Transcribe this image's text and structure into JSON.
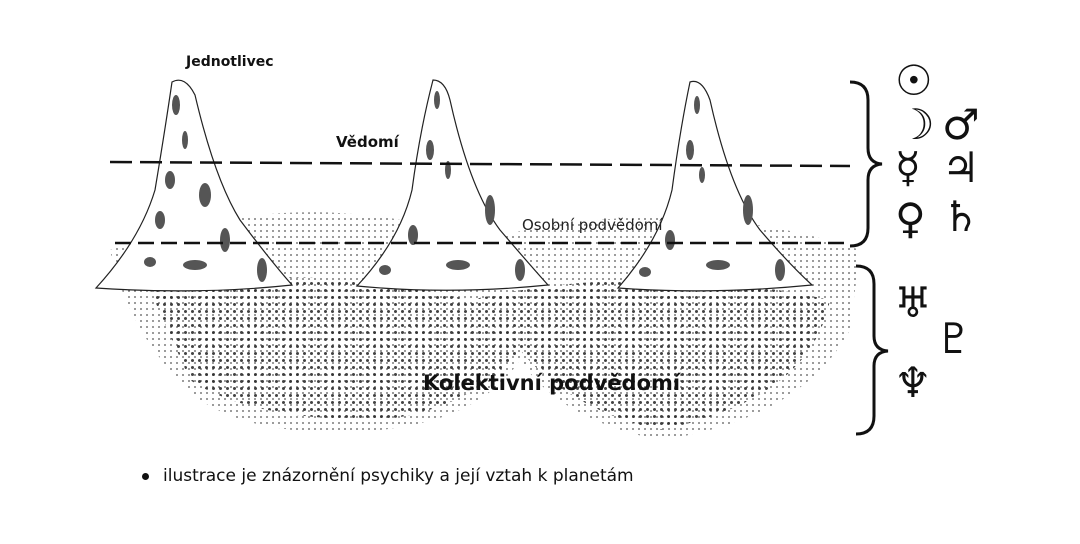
{
  "labels": {
    "individual": "Jednotlivec",
    "conscious": "Vědomí",
    "personal_unconscious": "Osobní podvědomí",
    "collective_unconscious": "Kolektivní podvědomí"
  },
  "planets": {
    "personal": [
      {
        "name": "sun-icon",
        "glyph": "☉"
      },
      {
        "name": "moon-icon",
        "glyph": "☽"
      },
      {
        "name": "mars-icon",
        "glyph": "♂"
      },
      {
        "name": "mercury-icon",
        "glyph": "☿"
      },
      {
        "name": "jupiter-icon",
        "glyph": "♃"
      },
      {
        "name": "venus-icon",
        "glyph": "♀"
      },
      {
        "name": "saturn-icon",
        "glyph": "♄"
      }
    ],
    "collective": [
      {
        "name": "uranus-icon",
        "glyph": "♅"
      },
      {
        "name": "pluto-icon",
        "glyph": "♇"
      },
      {
        "name": "neptune-icon",
        "glyph": "♆"
      }
    ]
  },
  "caption": "ilustrace je znázornění psychiky a její vztah k planetám"
}
